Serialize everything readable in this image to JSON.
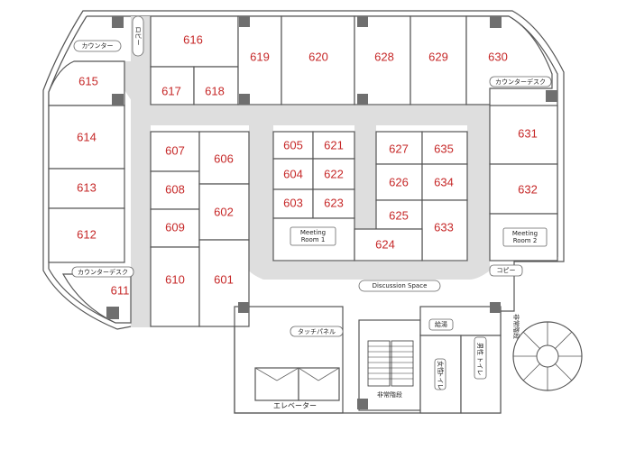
{
  "rooms": {
    "r601": "601",
    "r602": "602",
    "r603": "603",
    "r604": "604",
    "r605": "605",
    "r606": "606",
    "r607": "607",
    "r608": "608",
    "r609": "609",
    "r610": "610",
    "r611": "611",
    "r612": "612",
    "r613": "613",
    "r614": "614",
    "r615": "615",
    "r616": "616",
    "r617": "617",
    "r618": "618",
    "r619": "619",
    "r620": "620",
    "r621": "621",
    "r622": "622",
    "r623": "623",
    "r624": "624",
    "r625": "625",
    "r626": "626",
    "r627": "627",
    "r628": "628",
    "r629": "629",
    "r630": "630",
    "r631": "631",
    "r632": "632",
    "r633": "633",
    "r634": "634",
    "r635": "635"
  },
  "labels": {
    "lobby_top": "ロビー",
    "counter_nw": "カウンター",
    "counter_desk_ne": "カウンターデスク",
    "counter_desk_sw": "カウンターデスク",
    "meeting_room_1": [
      "Meeting",
      "Room 1"
    ],
    "meeting_room_2": [
      "Meeting",
      "Room 2"
    ],
    "copy": "コピー",
    "discussion_space": "Discussion Space",
    "touch_panel": "タッチパネル",
    "elevator": "エレベーター",
    "emergency_stairs": "非常階段",
    "emergency_stairs_spiral": [
      "非常",
      "階段"
    ],
    "kitchen": "給湯",
    "womens_toilet": [
      "女性",
      "トイレ"
    ],
    "mens_toilet": [
      "男性",
      "トイレ"
    ]
  },
  "colors": {
    "room_number": "#c62828",
    "corridor": "#dedede",
    "pillar": "#6f6f6f",
    "wall": "#555555"
  }
}
